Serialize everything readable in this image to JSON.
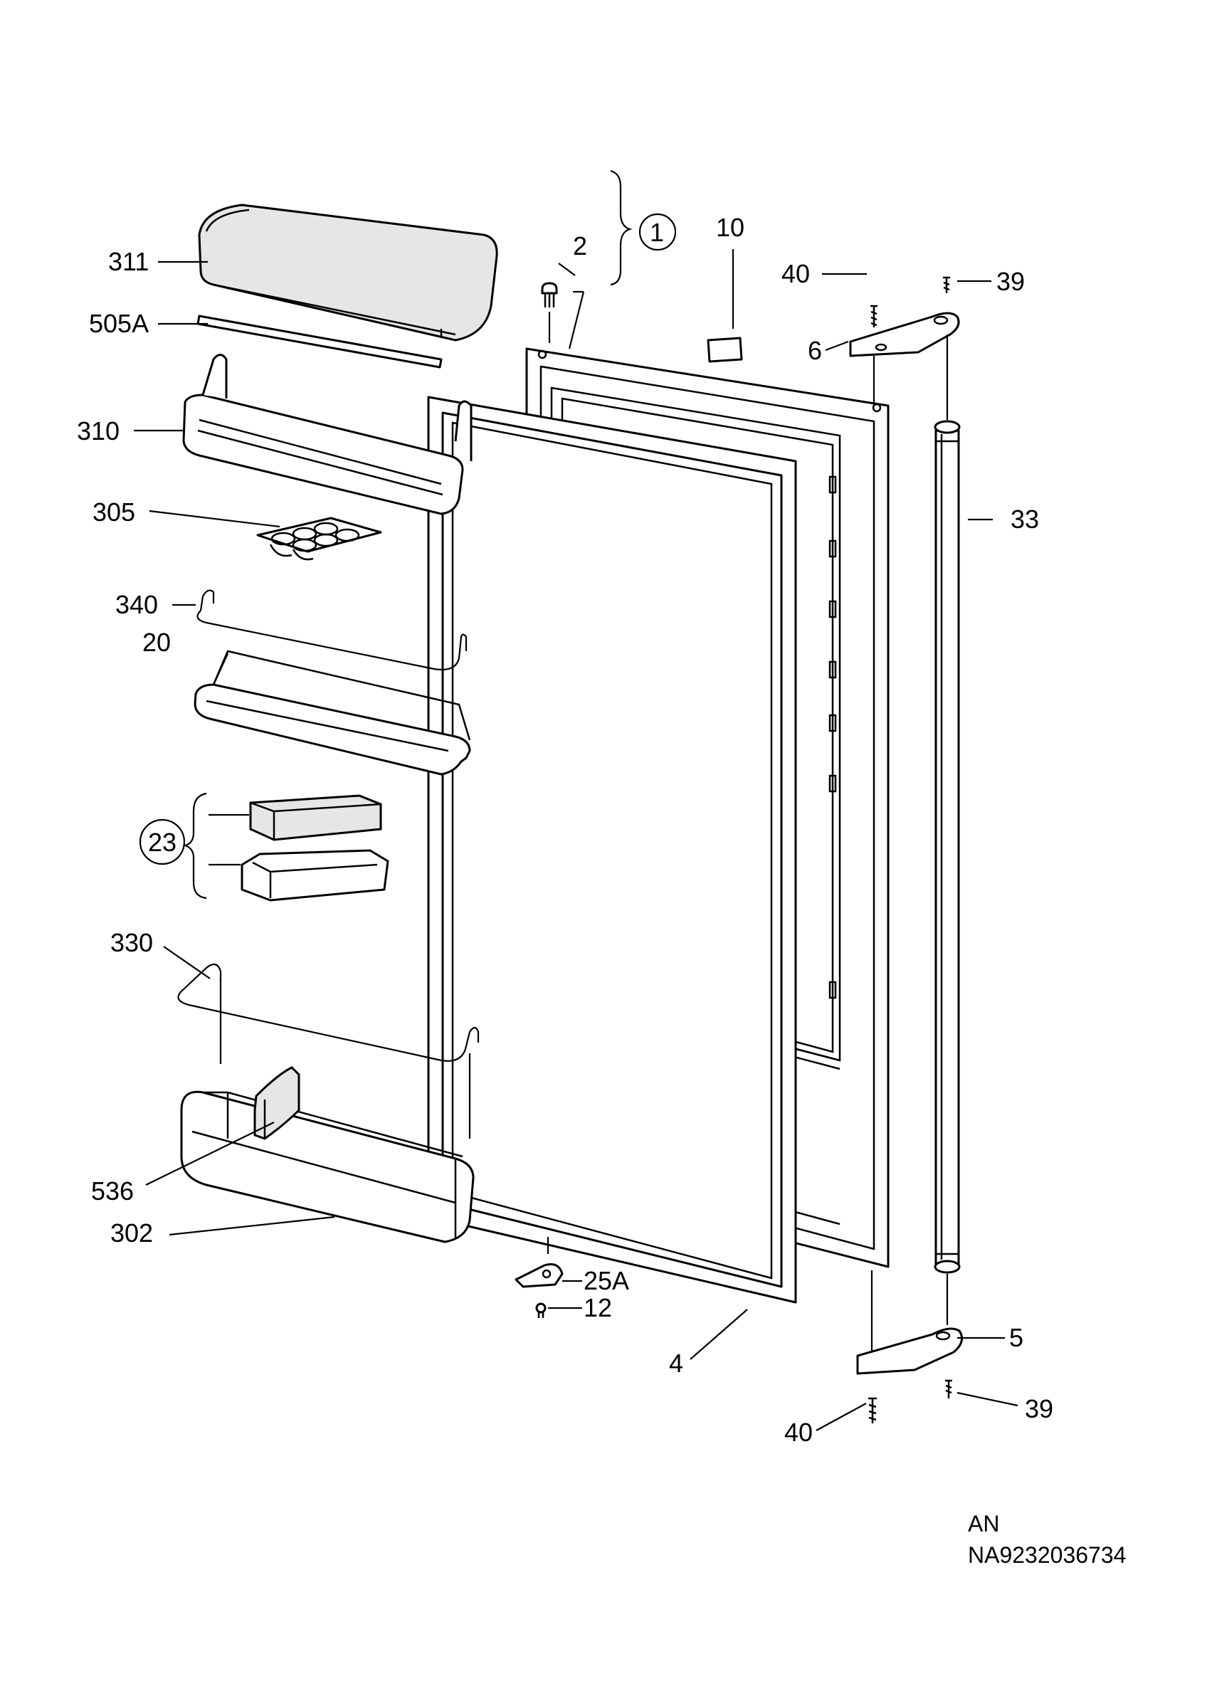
{
  "labels": {
    "l311": "311",
    "l505A": "505A",
    "l310": "310",
    "l305": "305",
    "l340": "340",
    "l20": "20",
    "l23": "23",
    "l330": "330",
    "l536": "536",
    "l302": "302",
    "l2": "2",
    "l1": "1",
    "l10": "10",
    "l40top": "40",
    "l6": "6",
    "l39top": "39",
    "l33": "33",
    "l25A": "25A",
    "l12": "12",
    "l4": "4",
    "l5": "5",
    "l39bot": "39",
    "l40bot": "40"
  },
  "footer": {
    "line1": "AN",
    "line2": "NA9232036734"
  }
}
